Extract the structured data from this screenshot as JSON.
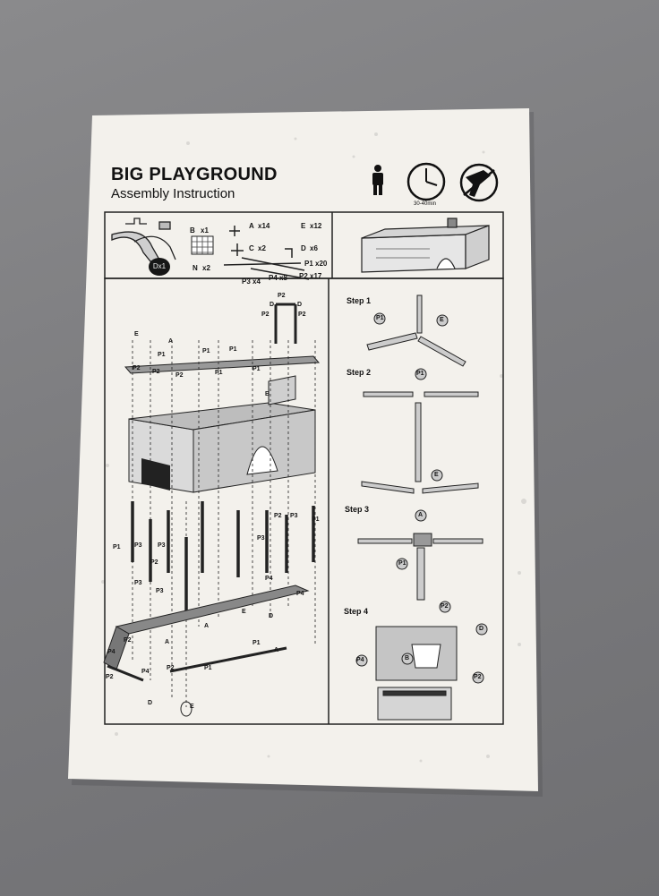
{
  "document": {
    "title": "BIG PLAYGROUND",
    "subtitle": "Assembly Instruction",
    "time_label": "30-40min"
  },
  "icons": [
    "person-icon",
    "clock-icon",
    "drill-icon"
  ],
  "parts": [
    {
      "code": "B",
      "qty": "x1"
    },
    {
      "code": "A",
      "qty": "x14"
    },
    {
      "code": "E",
      "qty": "x12"
    },
    {
      "code": "C",
      "qty": "x2"
    },
    {
      "code": "D",
      "qty": "x6"
    },
    {
      "code": "P1",
      "qty": "x20"
    },
    {
      "code": "N",
      "qty": "x2"
    },
    {
      "code": "P3",
      "qty": "x4"
    },
    {
      "code": "P4",
      "qty": "x8"
    },
    {
      "code": "P2",
      "qty": "x17"
    }
  ],
  "dx_badge": "Dx1",
  "steps": {
    "step1": "Step 1",
    "step2": "Step 2",
    "step3": "Step 3",
    "step4": "Step 4"
  },
  "diagram_labels": {
    "p1": "P1",
    "p2": "P2",
    "p3": "P3",
    "p4": "P4",
    "a": "A",
    "b": "B",
    "d": "D",
    "e": "E"
  }
}
